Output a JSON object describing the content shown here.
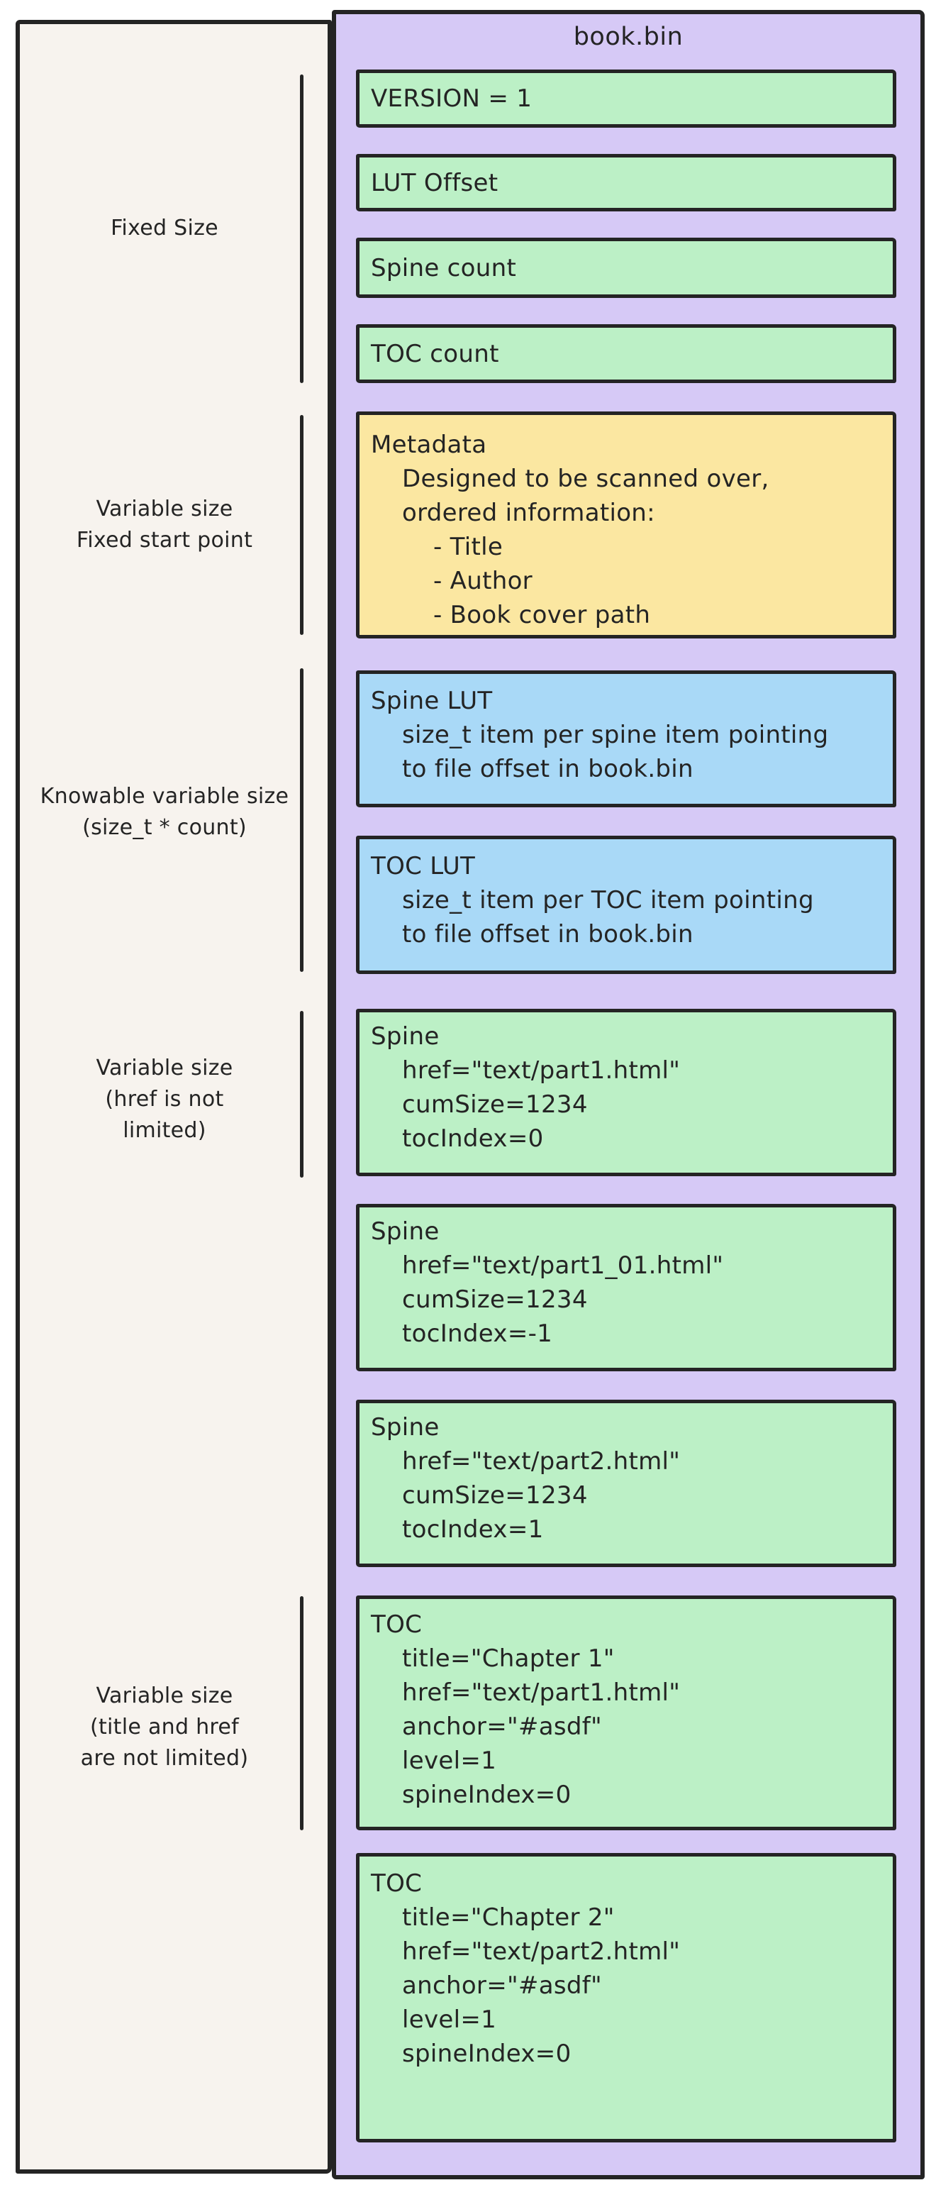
{
  "file": {
    "title": "book.bin"
  },
  "colors": {
    "ink": "#242424",
    "container": "#d6c9f6",
    "field_green": "#bcf0c6",
    "field_yellow": "#fbe7a1",
    "field_blue": "#a9d9f7",
    "annotation_panel": "#f7f3ee"
  },
  "side_labels": [
    {
      "lines": [
        "Fixed Size"
      ]
    },
    {
      "lines": [
        "Variable size",
        "Fixed start point"
      ]
    },
    {
      "lines": [
        "Knowable variable size",
        "(size_t * count)"
      ]
    },
    {
      "lines": [
        "Variable size",
        "(href is not",
        "limited)"
      ]
    },
    {
      "lines": [
        "Variable size",
        "(title and href",
        "are not limited)"
      ]
    }
  ],
  "boxes": [
    {
      "name": "version",
      "color": "green",
      "lines": [
        "VERSION = 1"
      ]
    },
    {
      "name": "lut-offset",
      "color": "green",
      "lines": [
        "LUT Offset"
      ]
    },
    {
      "name": "spine-count",
      "color": "green",
      "lines": [
        "Spine count"
      ]
    },
    {
      "name": "toc-count",
      "color": "green",
      "lines": [
        "TOC count"
      ]
    },
    {
      "name": "metadata",
      "color": "yellow",
      "lines": [
        "Metadata",
        "Designed to be scanned over,",
        "ordered information:",
        "- Title",
        "- Author",
        "- Book cover path"
      ]
    },
    {
      "name": "spine-lut",
      "color": "blue",
      "lines": [
        "Spine LUT",
        "size_t item per spine item pointing",
        "to file offset in book.bin"
      ]
    },
    {
      "name": "toc-lut",
      "color": "blue",
      "lines": [
        "TOC LUT",
        "size_t item per TOC item pointing",
        "to file offset in book.bin"
      ]
    },
    {
      "name": "spine-1",
      "color": "green",
      "lines": [
        "Spine",
        "href=\"text/part1.html\"",
        "cumSize=1234",
        "tocIndex=0"
      ]
    },
    {
      "name": "spine-2",
      "color": "green",
      "lines": [
        "Spine",
        "href=\"text/part1_01.html\"",
        "cumSize=1234",
        "tocIndex=-1"
      ]
    },
    {
      "name": "spine-3",
      "color": "green",
      "lines": [
        "Spine",
        "href=\"text/part2.html\"",
        "cumSize=1234",
        "tocIndex=1"
      ]
    },
    {
      "name": "toc-1",
      "color": "green",
      "lines": [
        "TOC",
        "title=\"Chapter 1\"",
        "href=\"text/part1.html\"",
        "anchor=\"#asdf\"",
        "level=1",
        "spineIndex=0"
      ]
    },
    {
      "name": "toc-2",
      "color": "green",
      "lines": [
        "TOC",
        "title=\"Chapter 2\"",
        "href=\"text/part2.html\"",
        "anchor=\"#asdf\"",
        "level=1",
        "spineIndex=0"
      ]
    }
  ]
}
